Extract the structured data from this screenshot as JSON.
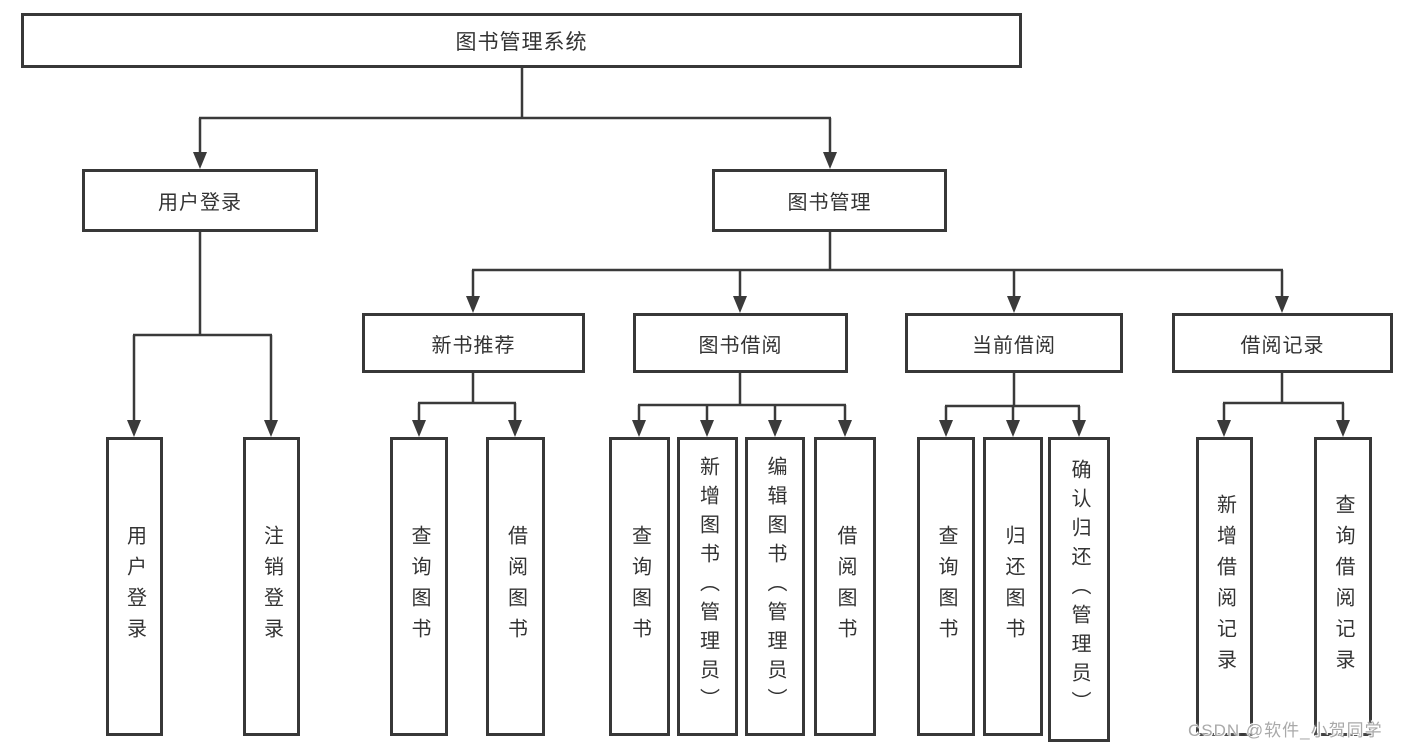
{
  "diagram": {
    "root": {
      "label": "图书管理系统"
    },
    "level2": [
      {
        "label": "用户登录",
        "children": [
          {
            "label": "用户登录"
          },
          {
            "label": "注销登录"
          }
        ]
      },
      {
        "label": "图书管理",
        "children": [
          {
            "label": "新书推荐",
            "children": [
              {
                "label": "查询图书"
              },
              {
                "label": "借阅图书"
              }
            ]
          },
          {
            "label": "图书借阅",
            "children": [
              {
                "label": "查询图书"
              },
              {
                "label": "新增图书（管理员）"
              },
              {
                "label": "编辑图书（管理员）"
              },
              {
                "label": "借阅图书"
              }
            ]
          },
          {
            "label": "当前借阅",
            "children": [
              {
                "label": "查询图书"
              },
              {
                "label": "归还图书"
              },
              {
                "label": "确认归还（管理员）"
              }
            ]
          },
          {
            "label": "借阅记录",
            "children": [
              {
                "label": "新增借阅记录"
              },
              {
                "label": "查询借阅记录"
              }
            ]
          }
        ]
      }
    ]
  },
  "watermark": {
    "text": "CSDN @软件_小贺同学"
  },
  "colors": {
    "line": "#3a3a3a",
    "box_border": "#383838",
    "text": "#333333",
    "background": "#ffffff",
    "watermark": "#a9a9a9"
  }
}
